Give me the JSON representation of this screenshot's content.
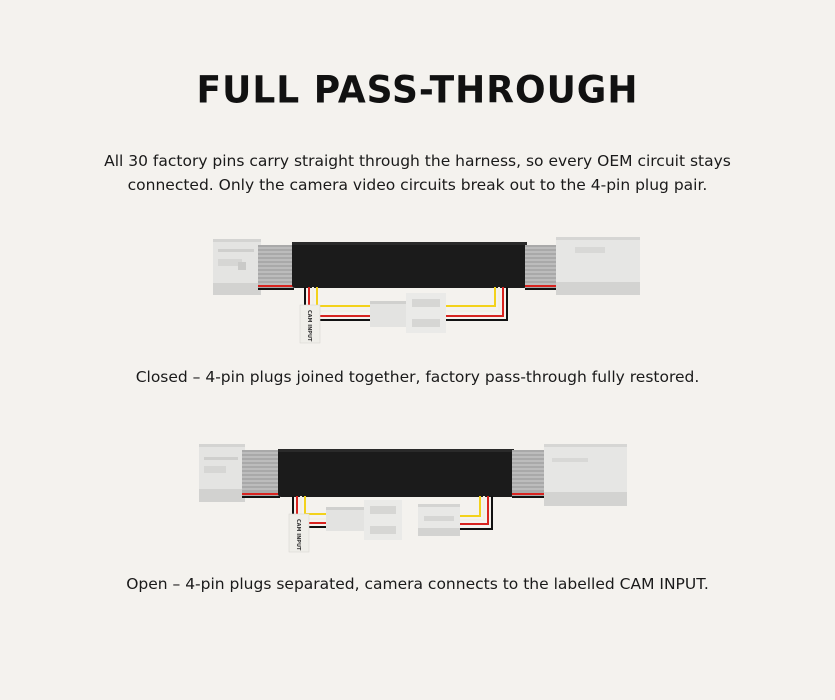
{
  "title": "FULL PASS-THROUGH",
  "intro": "All 30 factory pins carry straight through the harness, so every OEM circuit stays connected. Only the camera video circuits break out to the 4-pin plug pair.",
  "diagrams": [
    {
      "state": "closed",
      "tag_label": "CAM INPUT",
      "caption": "Closed – 4-pin plugs joined together, factory pass-through fully restored."
    },
    {
      "state": "open",
      "tag_label": "CAM INPUT",
      "caption": "Open – 4-pin plugs separated, camera connects to the labelled CAM INPUT."
    }
  ],
  "colors": {
    "background": "#f4f2ee",
    "loom": "#1b1b1b",
    "connector": "#e6e6e4",
    "wire_red": "#d8231f",
    "wire_yellow": "#f3d21b",
    "wire_white": "#f2efe6",
    "wire_black": "#111111",
    "wire_orange": "#e98a2b"
  }
}
